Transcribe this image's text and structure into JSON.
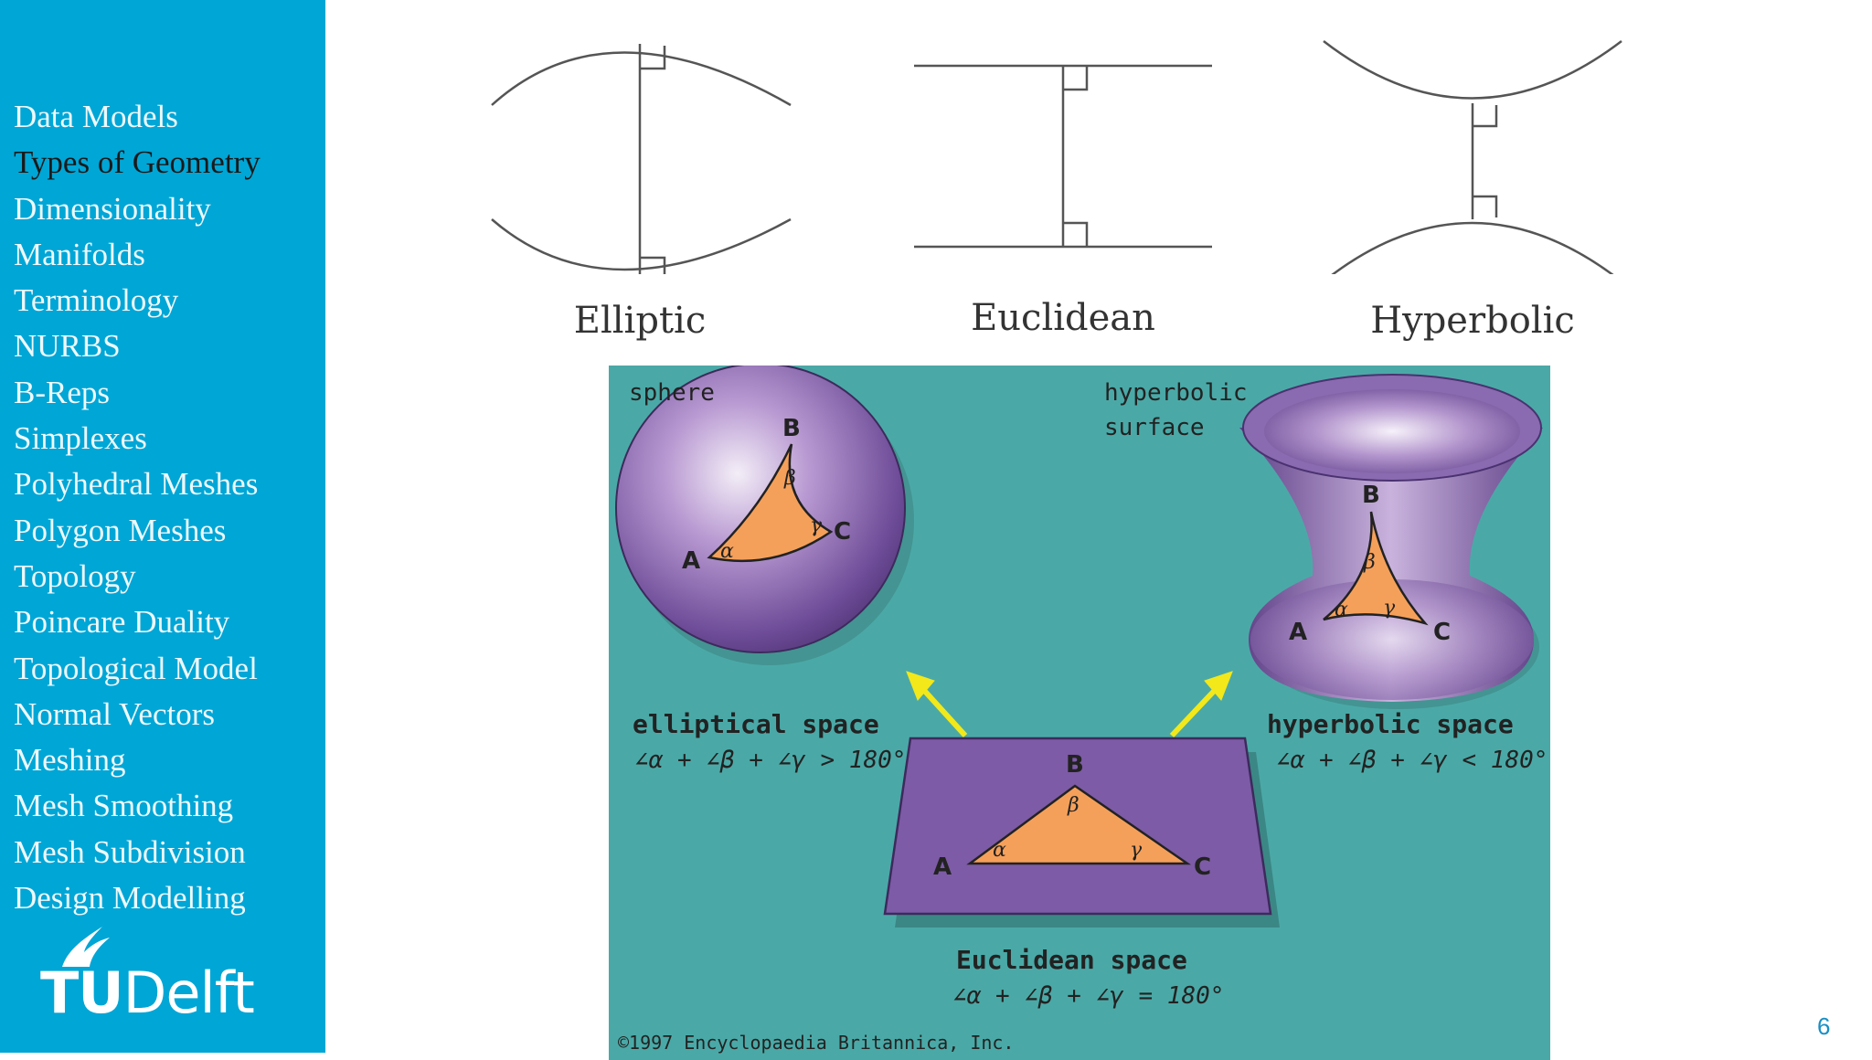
{
  "sidebar": {
    "items": [
      {
        "label": "Data Models"
      },
      {
        "label": "Types of Geometry",
        "active": true
      },
      {
        "label": "Dimensionality"
      },
      {
        "label": "Manifolds"
      },
      {
        "label": "Terminology"
      },
      {
        "label": "NURBS"
      },
      {
        "label": "B-Reps"
      },
      {
        "label": "Simplexes"
      },
      {
        "label": "Polyhedral Meshes"
      },
      {
        "label": "Polygon Meshes"
      },
      {
        "label": "Topology"
      },
      {
        "label": "Poincare Duality"
      },
      {
        "label": "Topological Model"
      },
      {
        "label": "Normal Vectors"
      },
      {
        "label": "Meshing"
      },
      {
        "label": "Mesh Smoothing"
      },
      {
        "label": "Mesh Subdivision"
      },
      {
        "label": "Design Modelling"
      }
    ],
    "logo": {
      "tu": "TU",
      "delft": "Delft"
    }
  },
  "figure_top": {
    "elliptic": "Elliptic",
    "euclidean": "Euclidean",
    "hyperbolic": "Hyperbolic"
  },
  "britannica": {
    "sphere": "sphere",
    "hyperbolic_surface_1": "hyperbolic",
    "hyperbolic_surface_2": "surface",
    "elliptical_space": "elliptical space",
    "elliptical_formula": "∠α + ∠β + ∠γ > 180°",
    "hyperbolic_space": "hyperbolic space",
    "hyperbolic_formula": "∠α + ∠β + ∠γ < 180°",
    "euclidean_space": "Euclidean space",
    "euclidean_formula": "∠α + ∠β + ∠γ = 180°",
    "copyright": "©1997 Encyclopaedia Britannica, Inc.",
    "A": "A",
    "B": "B",
    "C": "C",
    "alpha": "α",
    "beta": "β",
    "gamma": "γ"
  },
  "colors": {
    "sidebar": "#00a6d6",
    "teal": "#4aa9a7",
    "purple": "#7d5ba6",
    "orange": "#f5a05a",
    "arrow": "#f2e81a"
  },
  "page_number": "6"
}
